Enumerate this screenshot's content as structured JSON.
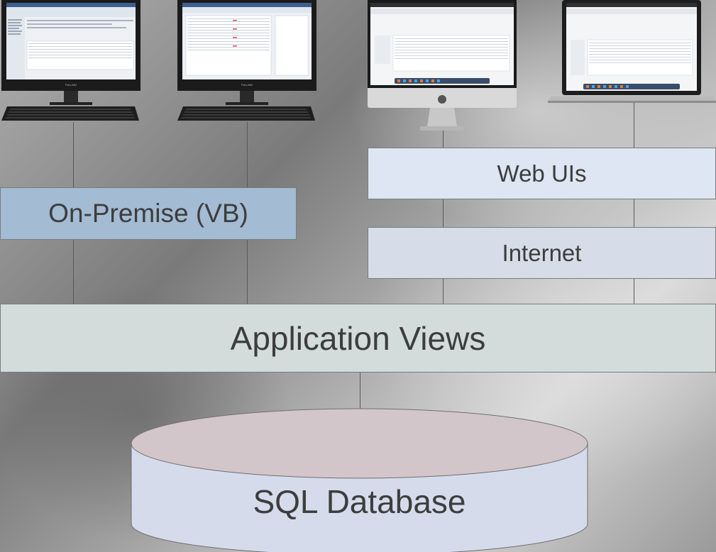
{
  "diagram": {
    "layers": {
      "on_premise": "On-Premise (VB)",
      "web_uis": "Web UIs",
      "internet": "Internet",
      "application_views": "Application Views",
      "database": "SQL Database"
    },
    "devices": [
      {
        "name": "desktop-monitor-1",
        "type": "monitor",
        "brand": "FULLMO"
      },
      {
        "name": "desktop-monitor-2",
        "type": "monitor",
        "brand": "FULLMO"
      },
      {
        "name": "imac",
        "type": "all-in-one"
      },
      {
        "name": "macbook",
        "type": "laptop"
      }
    ],
    "colors": {
      "on_premise_box": "#a3bbd3",
      "web_box": "#dde6f2",
      "internet_box": "#d6dde8",
      "views_box": "#d3dcda",
      "db_top": "#d2c6cb",
      "db_body": "#d6dbec"
    }
  }
}
